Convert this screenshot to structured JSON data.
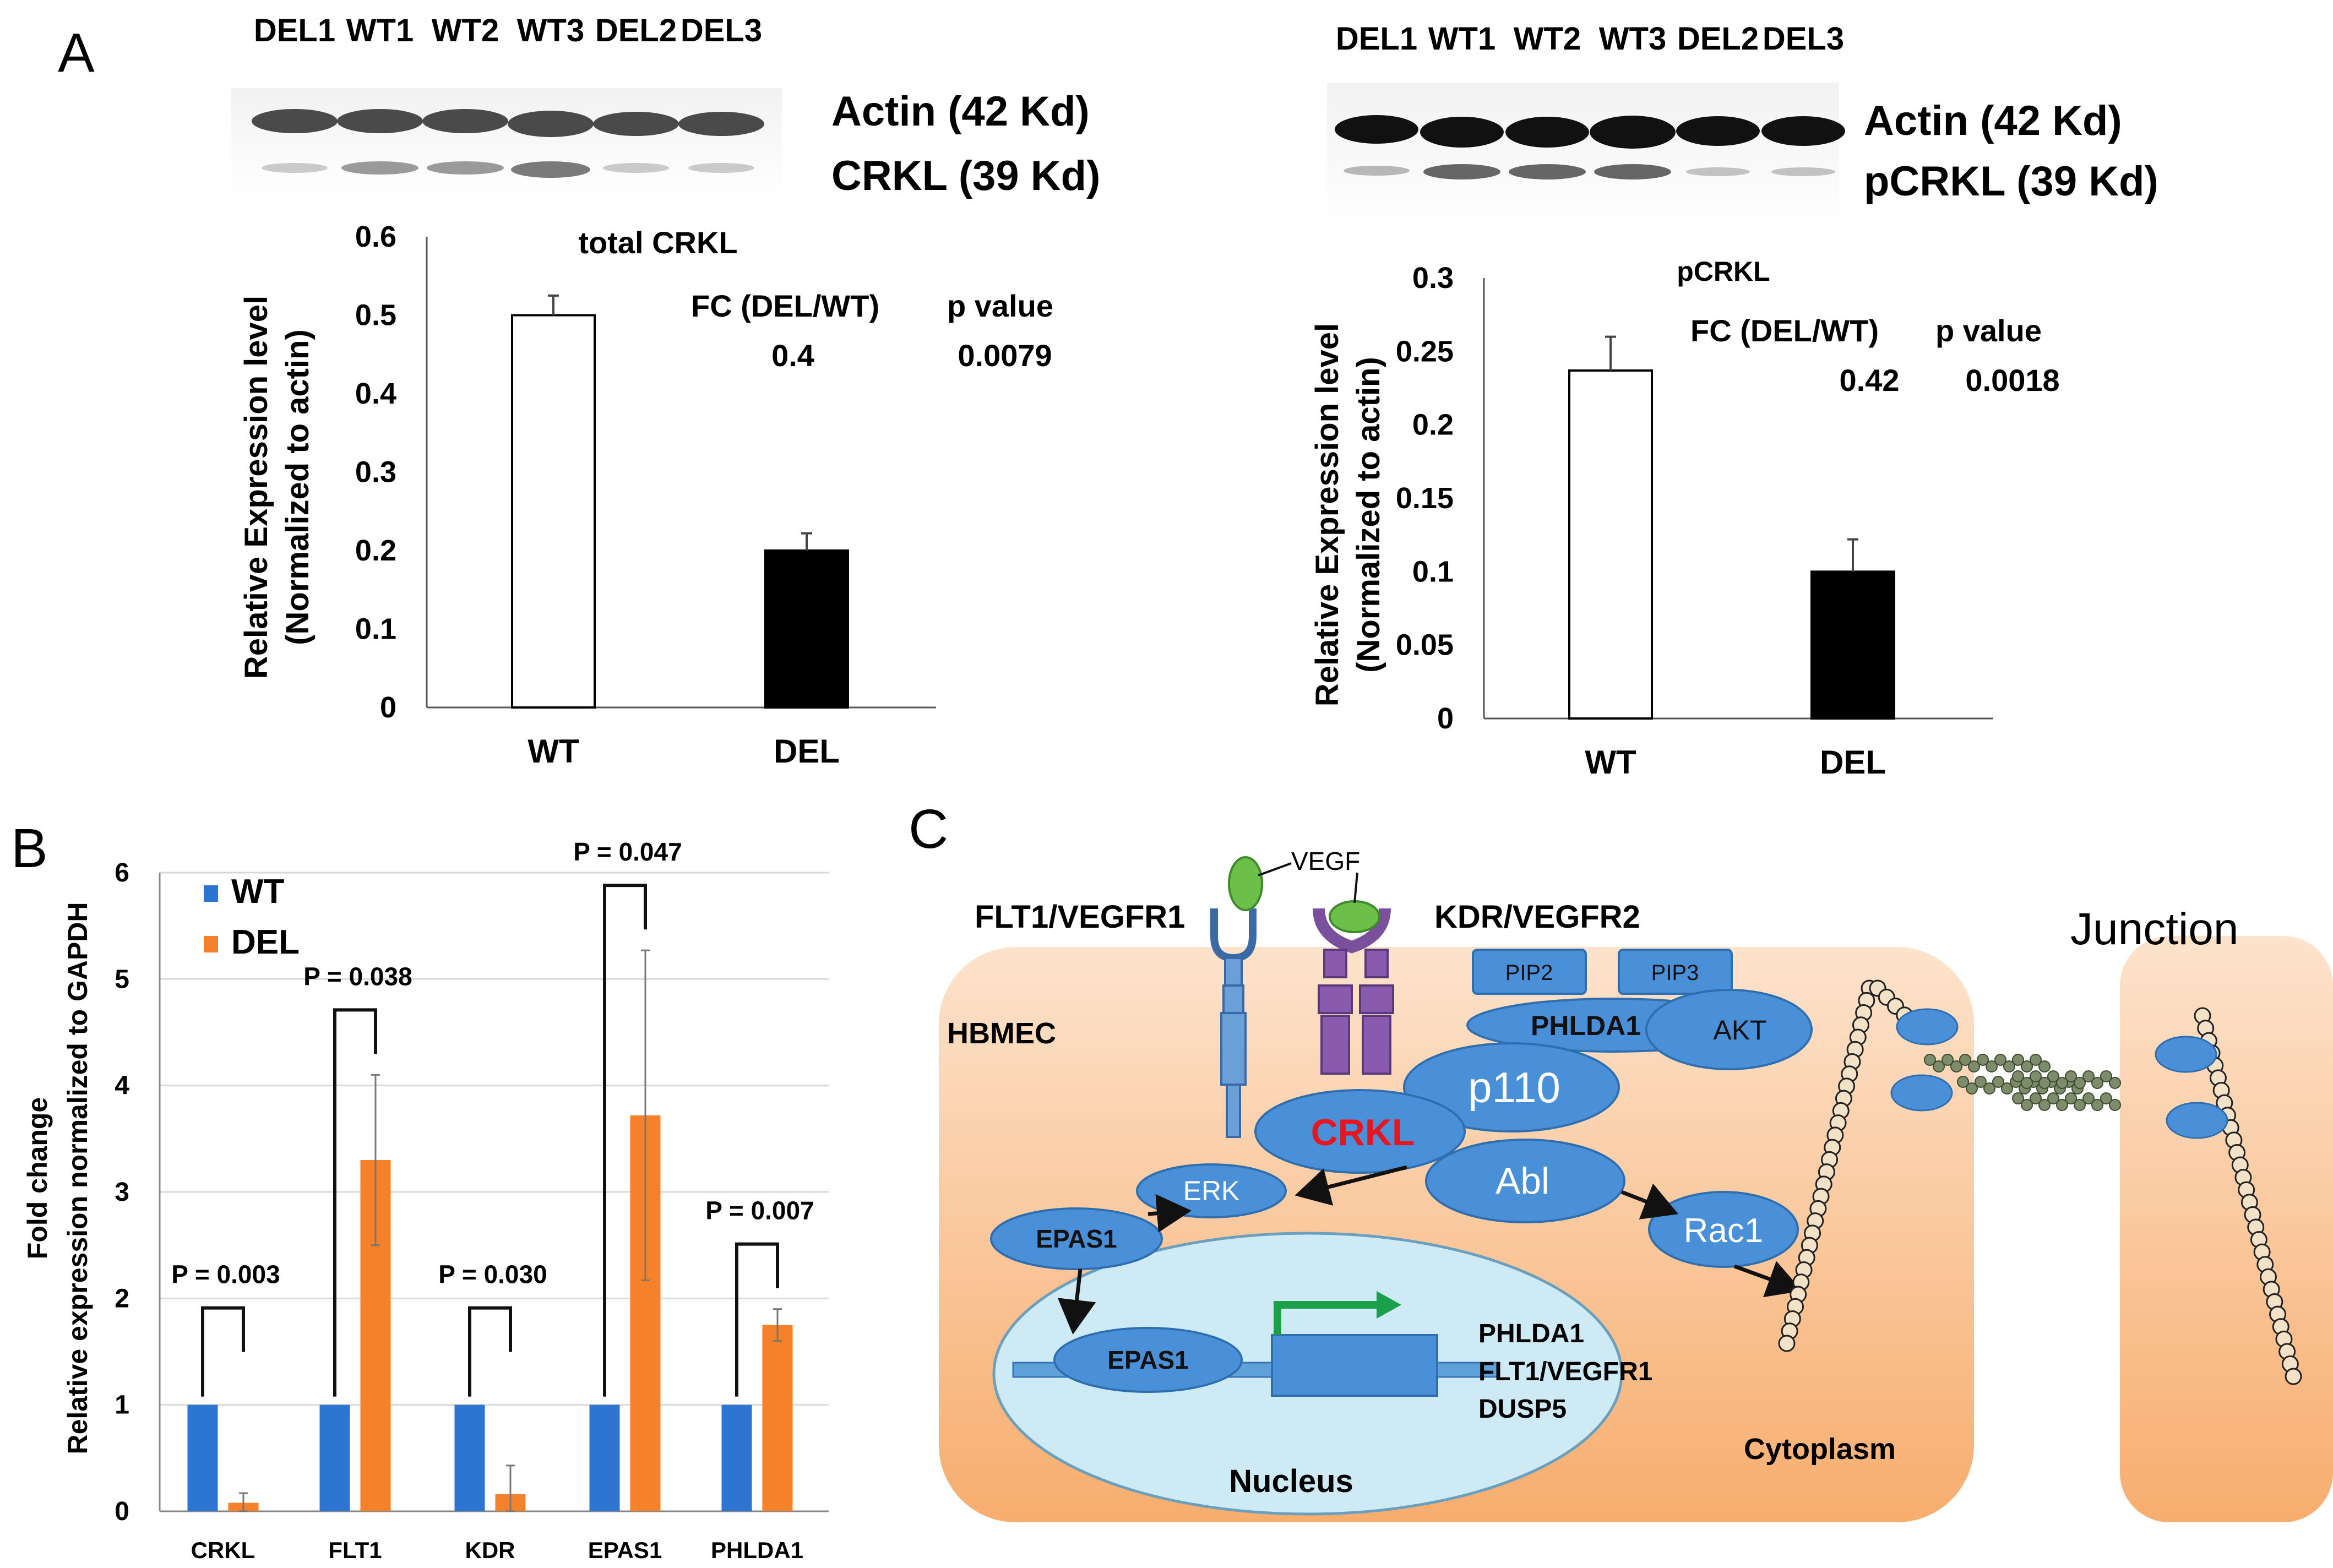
{
  "panels": {
    "a": {
      "letter": "A",
      "left_blot": {
        "lanes": [
          "DEL1",
          "WT1",
          "WT2",
          "WT3",
          "DEL2",
          "DEL3"
        ],
        "band_labels": [
          "Actin (42 Kd)",
          "CRKL (39 Kd)"
        ]
      },
      "right_blot": {
        "lanes": [
          "DEL1",
          "WT1",
          "WT2",
          "WT3",
          "DEL2",
          "DEL3"
        ],
        "band_labels": [
          "Actin (42 Kd)",
          "pCRKL (39 Kd)"
        ]
      }
    },
    "b": {
      "letter": "B"
    },
    "c": {
      "letter": "C",
      "labels": {
        "vegf": "VEGF",
        "flt1": "FLT1/VEGFR1",
        "kdr": "KDR/VEGFR2",
        "junction": "Junction",
        "hbmec": "HBMEC",
        "pip2": "PIP2",
        "pip3": "PIP3",
        "phlda1": "PHLDA1",
        "akt": "AKT",
        "p110": "p110",
        "crkl": "CRKL",
        "abl": "Abl",
        "erk": "ERK",
        "epas1_cyto": "EPAS1",
        "rac1": "Rac1",
        "epas1_nuc": "EPAS1",
        "targets": [
          "PHLDA1",
          "FLT1/VEGFR1",
          "DUSP5"
        ],
        "nucleus": "Nucleus",
        "cytoplasm": "Cytoplasm"
      },
      "colors": {
        "cell": "#f9c89b",
        "protein": "#4a90d9",
        "receptor_flt1": "#6a9fd8",
        "receptor_kdr": "#7a4f9c",
        "vegf": "#6cc04a",
        "nucleus": "#cdeaf5",
        "arrow_green": "#1aa04a",
        "crkl_text": "#e8141e"
      }
    }
  },
  "chart_data": [
    {
      "type": "bar",
      "title": "total CRKL",
      "categories": [
        "WT",
        "DEL"
      ],
      "values": [
        0.5,
        0.2
      ],
      "errors": [
        0.025,
        0.022
      ],
      "bar_colors": [
        "#ffffff",
        "#000000"
      ],
      "ylabel": [
        "Relative Expression level",
        "(Normalized to actin)"
      ],
      "ylim": [
        0,
        0.6
      ],
      "yticks": [
        "0",
        "0.1",
        "0.2",
        "0.3",
        "0.4",
        "0.5",
        "0.6"
      ],
      "stats": {
        "fc_label": "FC (DEL/WT)",
        "p_label": "p value",
        "fc": "0.4",
        "p": "0.0079"
      }
    },
    {
      "type": "bar",
      "title": "pCRKL",
      "categories": [
        "WT",
        "DEL"
      ],
      "values": [
        0.237,
        0.1
      ],
      "errors": [
        0.023,
        0.022
      ],
      "bar_colors": [
        "#ffffff",
        "#000000"
      ],
      "ylabel": [
        "Relative Expression level",
        "(Normalized to actin)"
      ],
      "ylim": [
        0,
        0.3
      ],
      "yticks": [
        "0",
        "0.05",
        "0.1",
        "0.15",
        "0.2",
        "0.25",
        "0.3"
      ],
      "stats": {
        "fc_label": "FC (DEL/WT)",
        "p_label": "p value",
        "fc": "0.42",
        "p": "0.0018"
      }
    },
    {
      "type": "bar",
      "categories": [
        "CRKL",
        "FLT1",
        "KDR",
        "EPAS1",
        "PHLDA1"
      ],
      "series": [
        {
          "name": "WT",
          "color": "#2e75d2",
          "values": [
            1,
            1,
            1,
            1,
            1
          ],
          "errors": [
            0,
            0,
            0,
            0,
            0
          ]
        },
        {
          "name": "DEL",
          "color": "#f5822a",
          "values": [
            0.08,
            3.3,
            0.16,
            3.72,
            1.75
          ],
          "errors": [
            0.09,
            0.8,
            0.27,
            1.55,
            0.15
          ]
        }
      ],
      "ylabel": [
        "Fold change",
        "Relative expression normalized to GAPDH"
      ],
      "ylim": [
        0,
        6
      ],
      "yticks": [
        "0",
        "1",
        "2",
        "3",
        "4",
        "5",
        "6"
      ],
      "grid": true,
      "legend": "top-left",
      "pvalues": [
        "P = 0.003",
        "P = 0.038",
        "P = 0.030",
        "P = 0.047",
        "P = 0.007"
      ]
    }
  ]
}
